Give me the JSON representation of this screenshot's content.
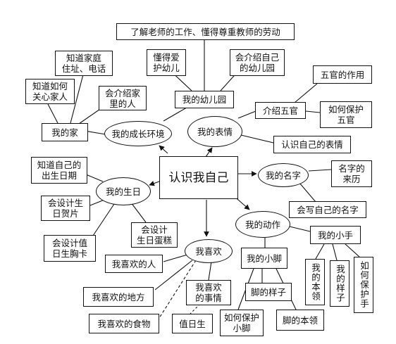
{
  "center": "认识我自己",
  "branches": {
    "env": "我的成长环境",
    "expr": "我的表情",
    "name": "我的名字",
    "act": "我的动作",
    "like": "我喜欢",
    "bday": "我的生日"
  },
  "env": {
    "kindergarten": "我的幼儿园",
    "respect_teacher": "了解老师的工作、懂得尊重教师的劳动",
    "care_kg": "懂得爱\n护幼儿",
    "intro_kg": "会介绍自己\n的幼儿园",
    "home": "我的家",
    "address": "知道家庭\n住址、电话",
    "care_family": "知道如何\n关心家人",
    "intro_family": "会介绍家\n里的人"
  },
  "expr": {
    "five_senses": "介绍五官",
    "senses_use": "五官的作用",
    "protect_senses": "如何保护\n五官",
    "know_expr": "认识自己的表情"
  },
  "name": {
    "origin": "名字的\n来历",
    "write": "会写自己的名字"
  },
  "act": {
    "hand": "我的小手",
    "hand_skill": "我的本领",
    "hand_look": "我的样子",
    "hand_protect": "如何保护手",
    "foot": "我的小脚",
    "foot_look": "脚的样子",
    "foot_protect": "如何保护\n小脚",
    "foot_skill": "脚的本领"
  },
  "like": {
    "people": "我喜欢的人",
    "places": "我喜欢的地方",
    "food": "我喜欢的食物",
    "things": "我喜欢\n的事情",
    "duty": "值日生"
  },
  "bday": {
    "know_date": "知道自己的\n出生日期",
    "card": "会设计生\n日贺片",
    "cake": "会设计\n生日蛋糕",
    "badge": "会设计值\n日生胸卡"
  }
}
